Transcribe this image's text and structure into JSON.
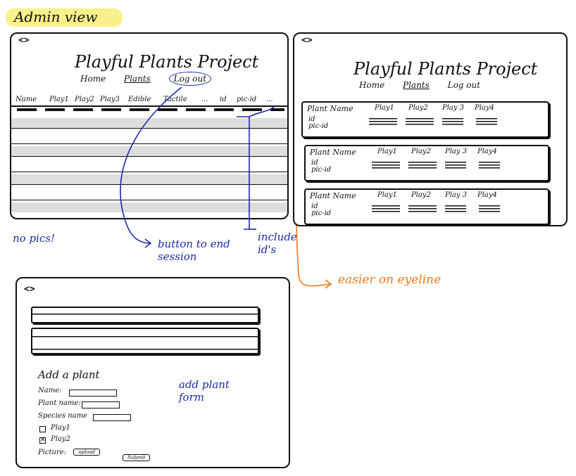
{
  "page_title": "Admin view",
  "code_glyph": "<>",
  "app_title": "Playful Plants Project",
  "nav": {
    "home": "Home",
    "plants": "Plants",
    "logout": "Log out"
  },
  "table_headers": [
    "Name",
    "Play1",
    "Play2",
    "Play3",
    "Edible",
    "Tactile",
    "...",
    "id",
    "pic-id",
    "..."
  ],
  "notes": {
    "no_pics": "no pics!",
    "button": "button to end session",
    "include_ids": "include id's",
    "eyeline": "easier on eyeline",
    "add_plant_form": "add plant form"
  },
  "card": {
    "name": "Plant Name",
    "id": "id",
    "picid": "pic-id",
    "plays": [
      "Play1",
      "Play2",
      "Play 3",
      "Play4"
    ]
  },
  "form": {
    "heading": "Add a plant",
    "name": "Name:",
    "plant_name": "Plant name:",
    "species_name": "Species name",
    "play1": "Play1",
    "play2": "Play2",
    "picture": "Picture:",
    "upload": "upload",
    "submit": "Submit"
  },
  "colors": {
    "highlight": "#f8f08a",
    "blue_ink": "#1a2aa8",
    "orange_ink": "#f07a1a",
    "star": "#22cc22"
  }
}
